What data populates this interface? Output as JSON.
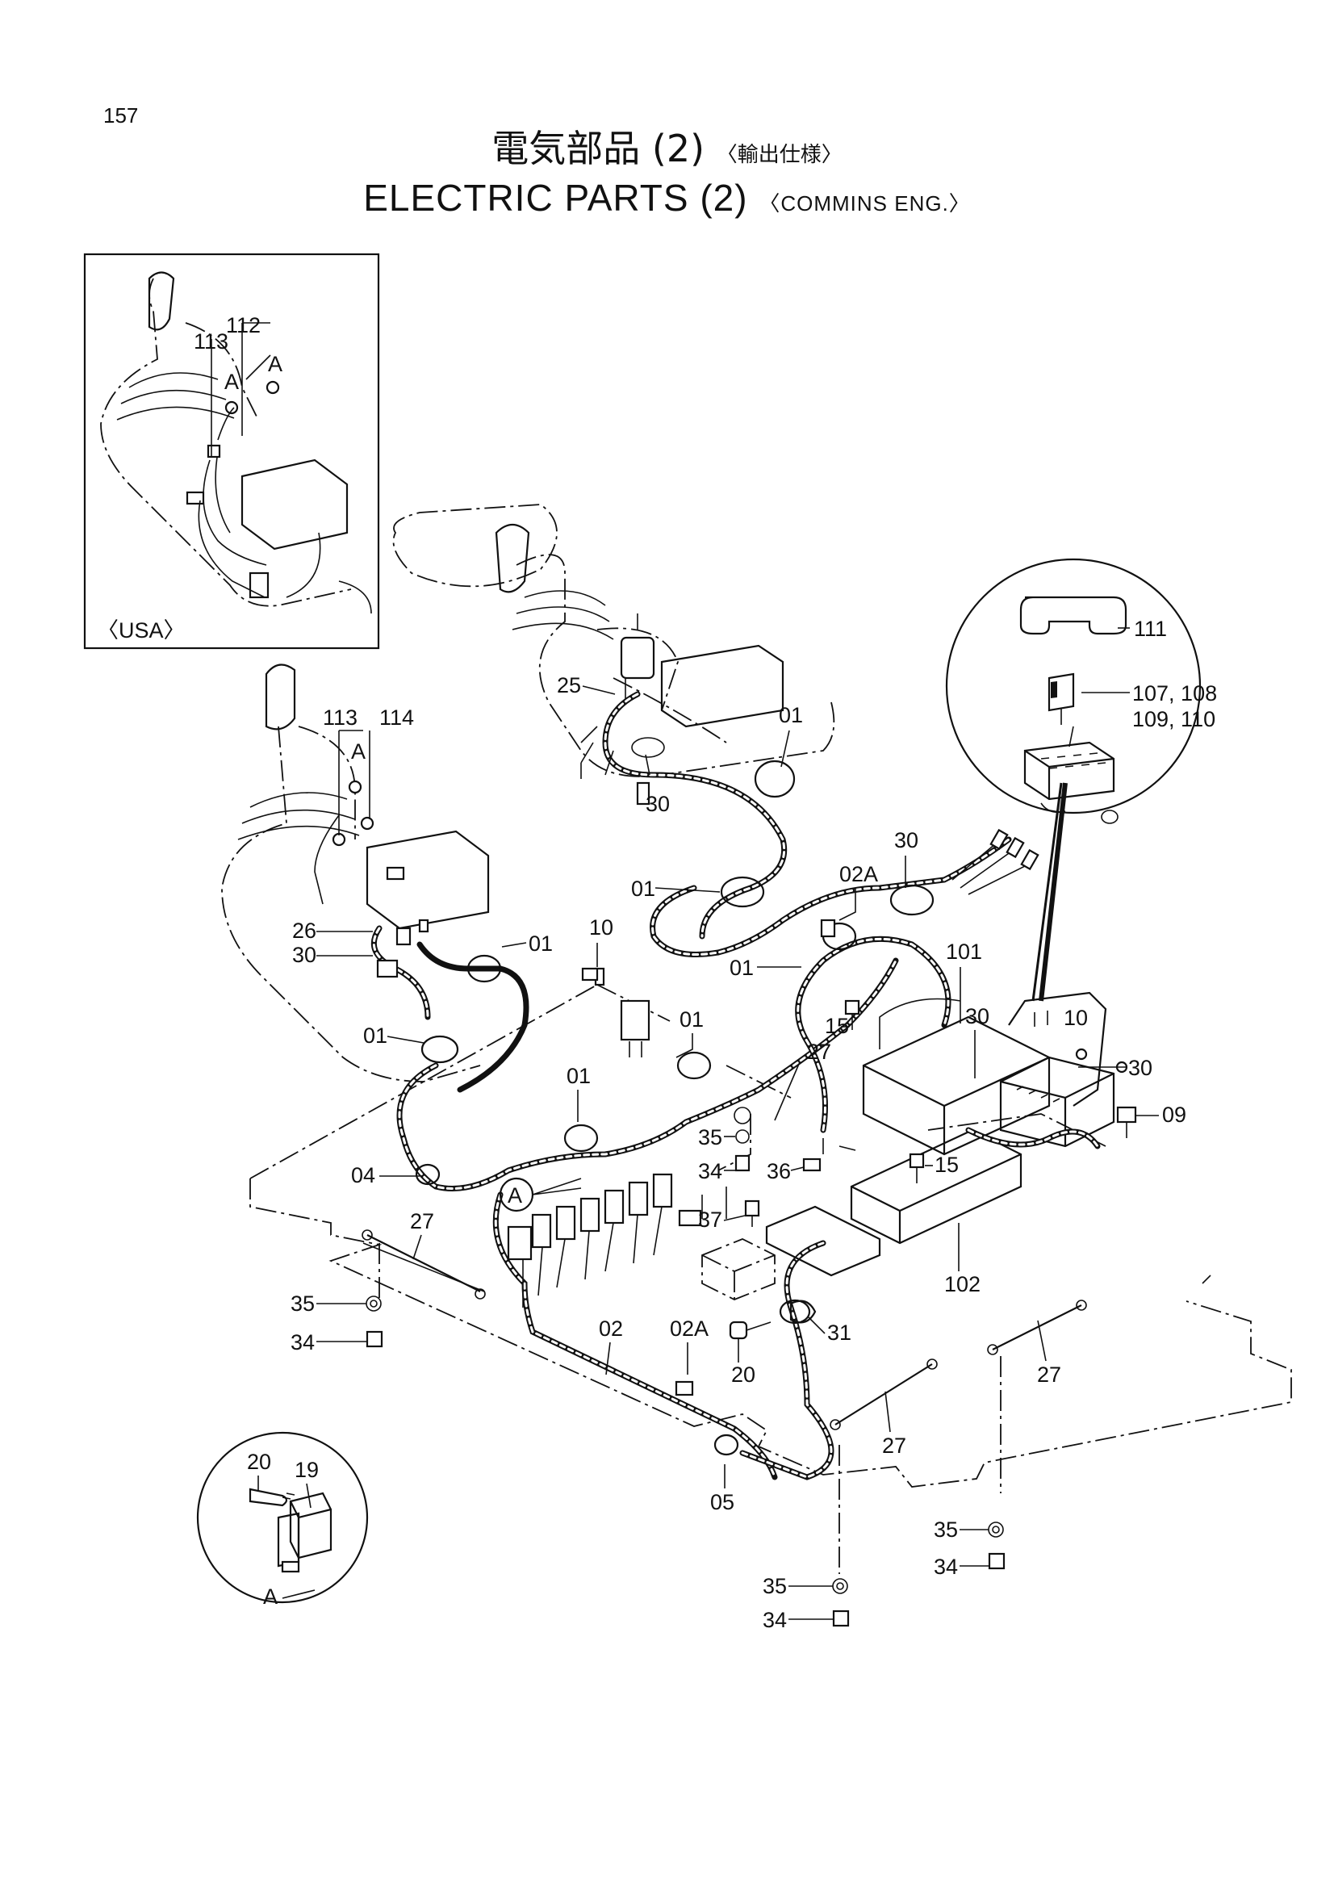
{
  "page_number": "157",
  "title_jp": {
    "main": "電気部品 (2)",
    "sub": "〈輸出仕様〉"
  },
  "title_en": {
    "main": "ELECTRIC PARTS (2)",
    "sub": "〈COMMINS ENG.〉"
  },
  "inset_usa_label": "〈USA〉",
  "detail_a_label": "A",
  "callouts": {
    "c113_usa": "113",
    "c112_usa": "112",
    "cA1_usa": "A",
    "cA2_usa": "A",
    "c25": "25",
    "c01_top": "01",
    "c30_top": "30",
    "c113": "113",
    "c114": "114",
    "cA_mid": "A",
    "c02A_top": "02A",
    "c30_r": "30",
    "c01_a": "01",
    "c26": "26",
    "c30_l": "30",
    "c01_b": "01",
    "c10": "10",
    "c01_c": "01",
    "c101": "101",
    "c15_a": "15",
    "c30_m": "30",
    "c10_r": "10",
    "c30_rr": "30",
    "c01_d": "01",
    "c01_e": "01",
    "c27_a": "27",
    "c09": "09",
    "c01_f": "01",
    "c35_a": "35",
    "c34_a": "34",
    "c36": "36",
    "c15_b": "15",
    "c04": "04",
    "cA_circle": "A",
    "c37": "37",
    "c102": "102",
    "c27_b": "27",
    "c35_b": "35",
    "c34_b": "34",
    "c02": "02",
    "c02A_b": "02A",
    "c31": "31",
    "c20": "20",
    "c27_c": "27",
    "c27_d": "27",
    "c05": "05",
    "c35_c": "35",
    "c34_c": "34",
    "c35_d": "35",
    "c34_d": "34",
    "c20_detail": "20",
    "c19_detail": "19",
    "c111": "111",
    "c107_108": "107, 108",
    "c109_110": "109, 110"
  }
}
